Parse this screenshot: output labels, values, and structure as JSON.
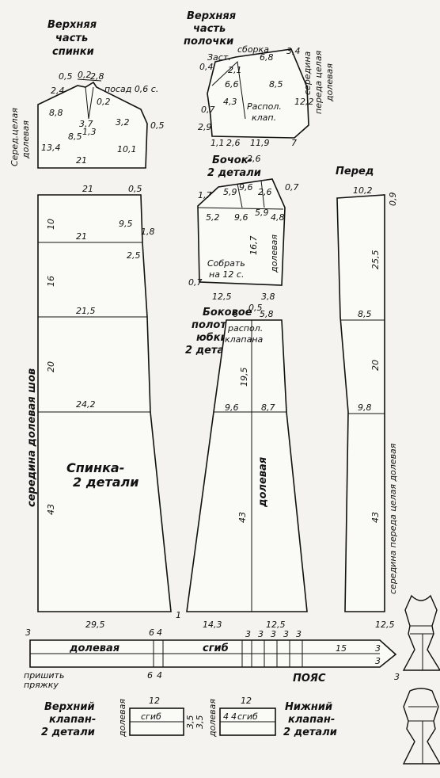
{
  "upper_back": {
    "title_1": "Верхняя",
    "title_2": "часть",
    "title_3": "спинки",
    "side_label_1": "Серед.целая",
    "side_label_2": "долевая",
    "dims": [
      "0,5",
      "0,2",
      "2,8",
      "2,4",
      "8,8",
      "8,5",
      "3,7",
      "0,2",
      "1,3",
      "3,2",
      "0,5",
      "13,4",
      "21",
      "10,1"
    ],
    "note": "посад 0,6 с."
  },
  "upper_front": {
    "title_1": "Верхняя",
    "title_2": "часть",
    "title_3": "полочки",
    "side_label_1": "середина",
    "side_label_2": "переда целая",
    "side_label_3": "долевая",
    "dims": [
      "0,4",
      "2,1",
      "6,8",
      "3,4",
      "6,6",
      "8,5",
      "0,7",
      "4,3",
      "12,2",
      "2,9",
      "1,1",
      "2,6",
      "11,9",
      "7"
    ],
    "note_1": "Заст.",
    "note_2": "сборка",
    "note_3": "Распол.",
    "note_4": "клап."
  },
  "bochok": {
    "title_1": "Бочок-",
    "title_2": "2 детали",
    "dims": [
      "2,6",
      "1,7",
      "5,9",
      "9,6",
      "2,6",
      "0,7",
      "5,2",
      "9,6",
      "5,9",
      "4,8",
      "16,7",
      "0,7",
      "12,5",
      "3,8"
    ],
    "grain": "долевая",
    "note_1": "Собрать",
    "note_2": "на 12 с."
  },
  "front": {
    "title": "Перед",
    "dims": [
      "10,2",
      "0,9",
      "25,5",
      "8,5",
      "20",
      "9,8",
      "43",
      "12,5"
    ],
    "side_label": "середина переда целая долевая"
  },
  "back": {
    "dims": [
      "21",
      "0,5",
      "10",
      "9,5",
      "21",
      "1,8",
      "2,5",
      "16",
      "21,5",
      "20",
      "24,2",
      "43",
      "29,5",
      "1"
    ],
    "side_label": "середина долевая шов",
    "title_1": "Спинка-",
    "title_2": "2 детали"
  },
  "skirt_side": {
    "title_1": "Боковое",
    "title_2": "полотнище",
    "title_3": "юбки-",
    "title_4": "2 детали",
    "dims": [
      "6",
      "0,5",
      "5,8",
      "19,5",
      "9,6",
      "8,7",
      "43",
      "14,3",
      "12,5"
    ],
    "note_1": "распол.",
    "note_2": "клапана",
    "grain": "долевая"
  },
  "belt": {
    "dims": [
      "3",
      "6",
      "4",
      "3",
      "3",
      "3",
      "3",
      "3",
      "15",
      "3",
      "3",
      "6",
      "4",
      "3"
    ],
    "grain": "долевая",
    "fold": "сгиб",
    "title": "ПОЯС",
    "note_1": "пришить",
    "note_2": "пряжку"
  },
  "upper_flap": {
    "title_1": "Верхний",
    "title_2": "клапан-",
    "title_3": "2 детали",
    "grain": "долевая",
    "width": "12",
    "fold": "сгиб",
    "dims": [
      "3,5",
      "3,5"
    ]
  },
  "lower_flap": {
    "title_1": "Нижний",
    "title_2": "клапан-",
    "title_3": "2 детали",
    "grain": "долевая",
    "width": "12",
    "fold": "сгиб",
    "dims": [
      "4",
      "4"
    ]
  },
  "sketches": {
    "front_view": "dress-front-sketch",
    "back_view": "dress-back-sketch"
  }
}
